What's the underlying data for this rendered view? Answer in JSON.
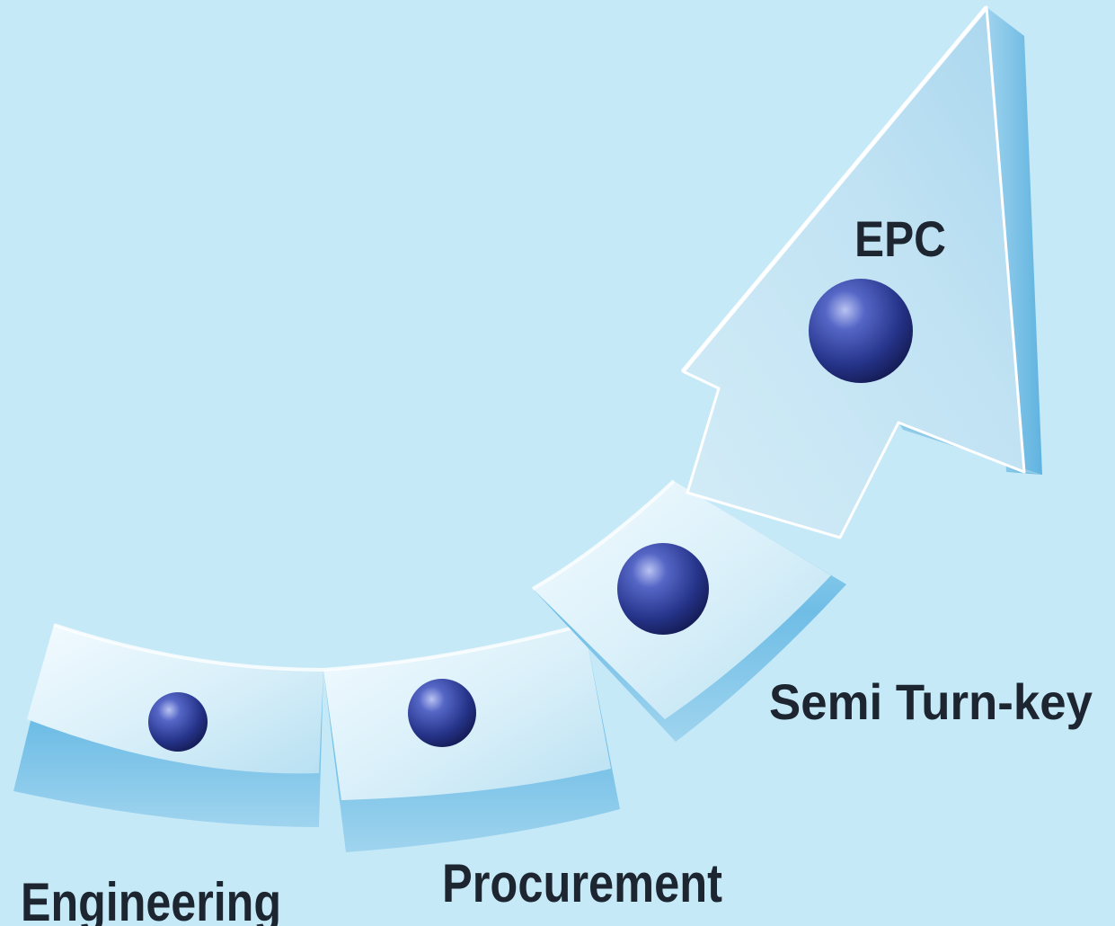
{
  "colors": {
    "background": "#c6e9f8",
    "tile_face": "#d7eef8",
    "tile_rim": "#7fc6e8",
    "arrow_face": "#bfe3f4",
    "sphere": "#26348a",
    "label_text": "#1c2530"
  },
  "stages": [
    {
      "label": "Engineering",
      "marker": "sphere"
    },
    {
      "label": "Procurement",
      "marker": "sphere"
    },
    {
      "label": "Semi Turn-key",
      "marker": "sphere"
    },
    {
      "label": "EPC",
      "marker": "sphere"
    }
  ]
}
